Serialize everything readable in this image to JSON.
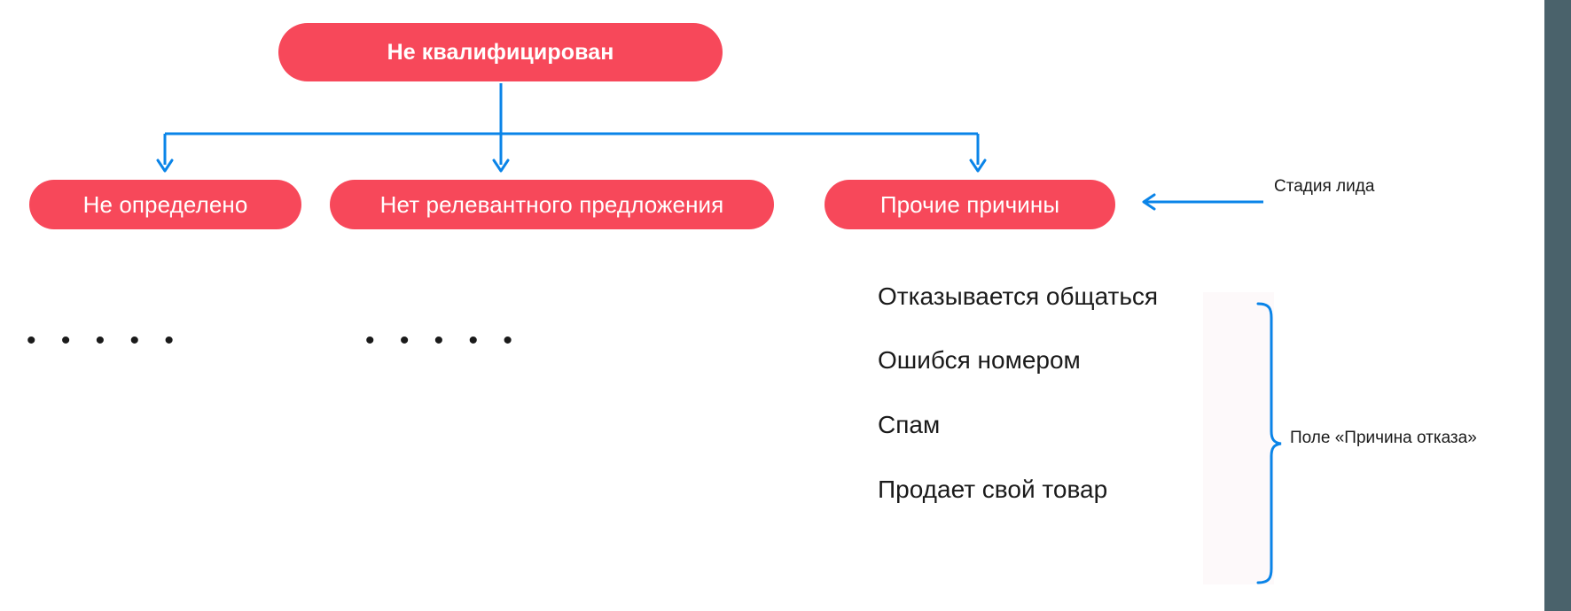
{
  "diagram": {
    "title": "Не квалифицирован",
    "root": {
      "label": "Не квалифицирован",
      "color": "#f7485a",
      "text_color": "#ffffff"
    },
    "stages": [
      {
        "label": "Не определено"
      },
      {
        "label": "Нет релевантного предложения"
      },
      {
        "label": "Прочие причины"
      }
    ],
    "continuation_marks": [
      {
        "text": "• • • • •",
        "under": "Не определено"
      },
      {
        "text": "• • • • •",
        "under": "Нет релевантного предложения"
      }
    ],
    "reasons": [
      {
        "label": "Отказывается общаться"
      },
      {
        "label": "Ошибся номером"
      },
      {
        "label": "Спам"
      },
      {
        "label": "Продает свой товар"
      }
    ],
    "annotations": {
      "stage_label": "Стадия лида",
      "field_label": "Поле «Причина отказа»"
    },
    "colors": {
      "pill": "#f7485a",
      "connector": "#0a84e8",
      "brace": "#0a84e8",
      "text": "#1a1a1a",
      "rail": "#4a626b",
      "panel": "#fdf9fa"
    }
  }
}
